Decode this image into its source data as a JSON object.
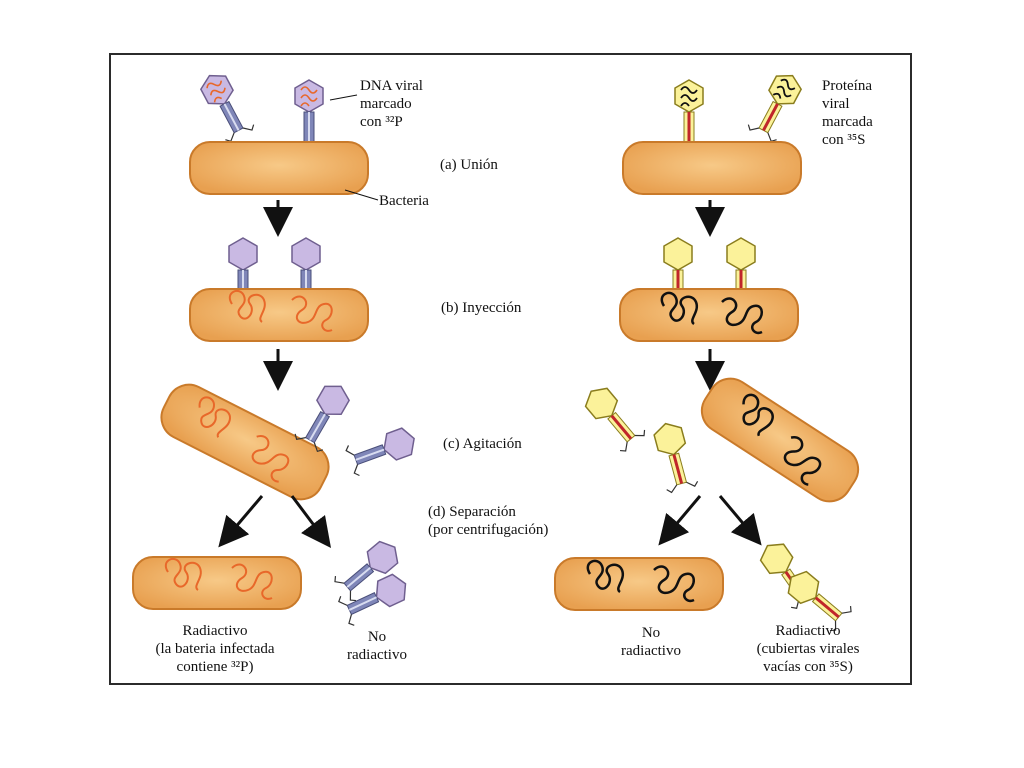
{
  "labels": {
    "dna_viral": "DNA viral\nmarcado\ncon ³²P",
    "proteina_viral": "Proteína\nviral\nmarcada\ncon ³⁵S",
    "bacteria": "Bacteria",
    "step_a": "(a) Unión",
    "step_b": "(b) Inyección",
    "step_c": "(c) Agitación",
    "step_d": "(d) Separación\n(por centrifugación)",
    "left_radiactivo": "Radiactivo\n(la bateria infectada\ncontiene ³²P)",
    "left_no_radiactivo": "No\nradiactivo",
    "right_no_radiactivo": "No\nradiactivo",
    "right_radiactivo": "Radiactivo\n(cubiertas virales\nvacías con ³⁵S)"
  },
  "colors": {
    "bacteria_fill": "#f2b56a",
    "bacteria_stroke": "#c97a2a",
    "dna_orange": "#e8682a",
    "dna_black": "#111111",
    "phage_lavender": "#c9b9e3",
    "phage_yellow": "#fbf29a",
    "tail_red": "#c0262a",
    "tail_blue": "#7f86b8"
  }
}
